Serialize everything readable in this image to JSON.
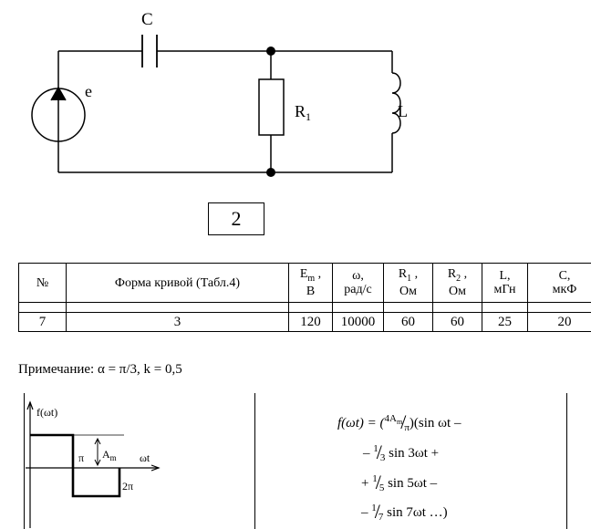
{
  "circuit": {
    "capacitor_label": "C",
    "source_label": "e",
    "resistor_label_main": "R",
    "resistor_label_sub": "1",
    "inductor_label": "L"
  },
  "variant_number": "2",
  "table": {
    "headers": [
      {
        "main": "№",
        "sub": "",
        "unit": ""
      },
      {
        "main": "Форма кривой (Табл.4)",
        "sub": "",
        "unit": ""
      },
      {
        "main": "E",
        "sub": "m",
        "tail": " ,",
        "unit": "В"
      },
      {
        "main": "ω,",
        "sub": "",
        "unit": "рад/с"
      },
      {
        "main": "R",
        "sub": "1",
        "tail": " ,",
        "unit": "Ом"
      },
      {
        "main": "R",
        "sub": "2",
        "tail": " ,",
        "unit": "Ом"
      },
      {
        "main": "L,",
        "sub": "",
        "unit": "мГн"
      },
      {
        "main": "C,",
        "sub": "",
        "unit": "мкФ"
      }
    ],
    "values": [
      "7",
      "3",
      "120",
      "10000",
      "60",
      "60",
      "25",
      "20"
    ]
  },
  "note": "Примечание: α = π/3, k = 0,5",
  "graph": {
    "y_label": "f(ωt)",
    "x_label": "ωt",
    "pi_label": "π",
    "two_pi_label": "2π",
    "amp_label_main": "A",
    "amp_label_sub": "m"
  },
  "formula": {
    "line1_prefix": "f(ωt) = (",
    "line1_num": "4A",
    "line1_num_sub": "m",
    "line1_den": "π",
    "line1_suffix": ")(sin ωt –",
    "line2_sign": "– ",
    "line2_num": "1",
    "line2_den": "3",
    "line2_term": " sin 3ωt +",
    "line3_sign": "+ ",
    "line3_num": "1",
    "line3_den": "5",
    "line3_term": " sin 5ωt –",
    "line4_sign": "– ",
    "line4_num": "1",
    "line4_den": "7",
    "line4_term": " sin 7ωt …)"
  }
}
